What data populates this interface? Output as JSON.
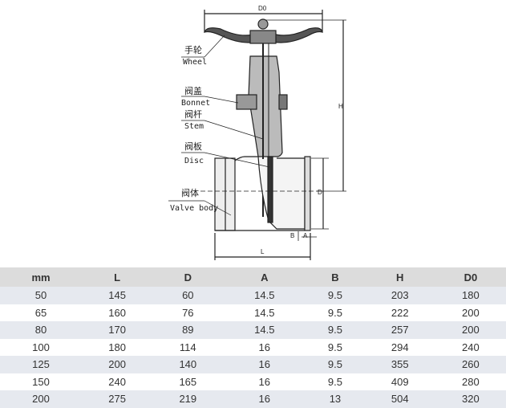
{
  "diagram": {
    "parts": [
      {
        "cn": "手轮",
        "en": "Wheel"
      },
      {
        "cn": "阀盖",
        "en": "Bonnet"
      },
      {
        "cn": "阀杆",
        "en": "Stem"
      },
      {
        "cn": "阀板",
        "en": "Disc"
      },
      {
        "cn": "阀体",
        "en": "Valve body"
      }
    ],
    "dims": {
      "d0": "D0",
      "h": "H",
      "d": "D",
      "l": "L",
      "b": "B",
      "a": "A"
    }
  },
  "table": {
    "headers": [
      "mm",
      "L",
      "D",
      "A",
      "B",
      "H",
      "D0"
    ],
    "rows": [
      [
        "50",
        "145",
        "60",
        "14.5",
        "9.5",
        "203",
        "180"
      ],
      [
        "65",
        "160",
        "76",
        "14.5",
        "9.5",
        "222",
        "200"
      ],
      [
        "80",
        "170",
        "89",
        "14.5",
        "9.5",
        "257",
        "200"
      ],
      [
        "100",
        "180",
        "114",
        "16",
        "9.5",
        "294",
        "240"
      ],
      [
        "125",
        "200",
        "140",
        "16",
        "9.5",
        "355",
        "260"
      ],
      [
        "150",
        "240",
        "165",
        "16",
        "9.5",
        "409",
        "280"
      ],
      [
        "200",
        "275",
        "219",
        "16",
        "13",
        "504",
        "320"
      ]
    ]
  }
}
